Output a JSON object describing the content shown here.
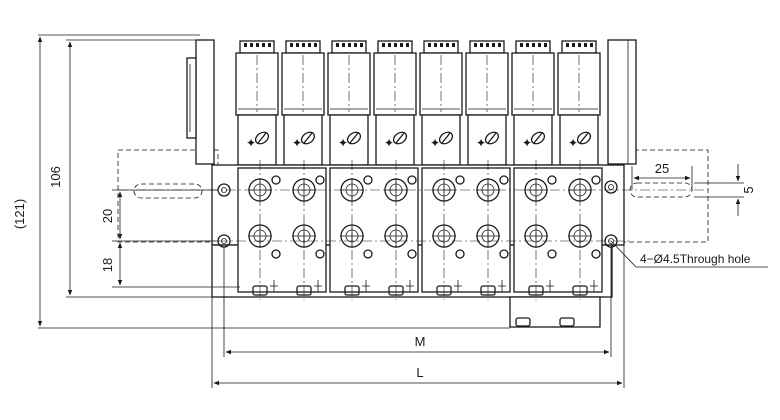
{
  "dimensions": {
    "overall_height": "(121)",
    "body_height": "106",
    "pitch_20": "20",
    "pitch_18": "18",
    "slot_length": "25",
    "slot_width": "5",
    "length_M": "M",
    "length_L": "L"
  },
  "callout": {
    "mounting_hole": "4−Ø4.5Through hole"
  },
  "valve_count": 8,
  "colors": {
    "line": "#1a1a1a",
    "background": "#ffffff"
  }
}
